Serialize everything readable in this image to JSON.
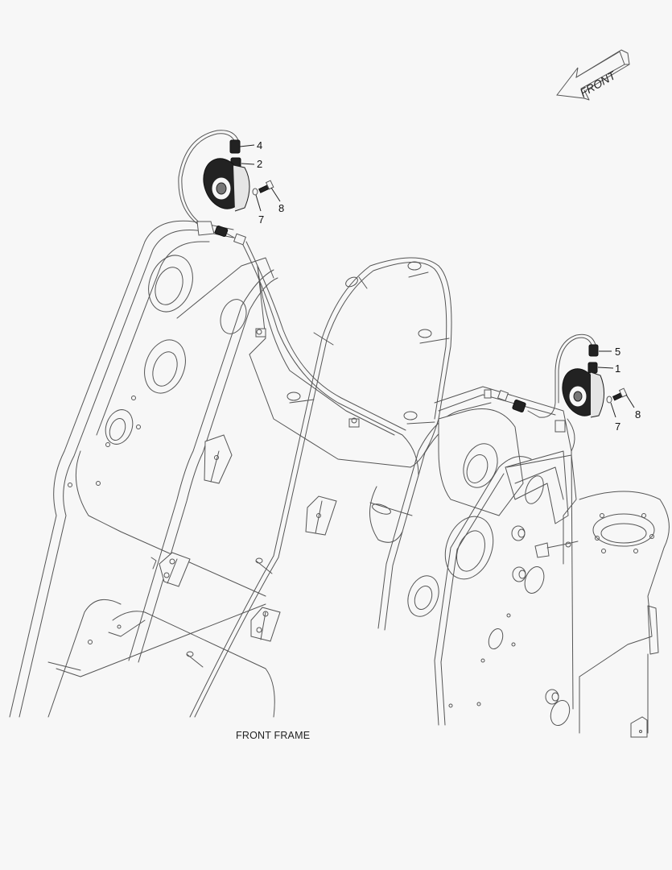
{
  "diagram": {
    "caption": "FRONT FRAME",
    "direction_indicator": {
      "label": "FRONT",
      "icon": "arrow-left-3d-icon"
    },
    "background_color": "#f7f7f7",
    "line_color": "#555555",
    "callouts": {
      "upper_assembly": [
        {
          "number": "4",
          "part": "connector"
        },
        {
          "number": "2",
          "part": "sensor-connector"
        },
        {
          "number": "7",
          "part": "washer"
        },
        {
          "number": "8",
          "part": "bolt"
        }
      ],
      "lower_assembly": [
        {
          "number": "5",
          "part": "connector"
        },
        {
          "number": "1",
          "part": "sensor-connector"
        },
        {
          "number": "7",
          "part": "washer"
        },
        {
          "number": "8",
          "part": "bolt"
        }
      ]
    }
  }
}
